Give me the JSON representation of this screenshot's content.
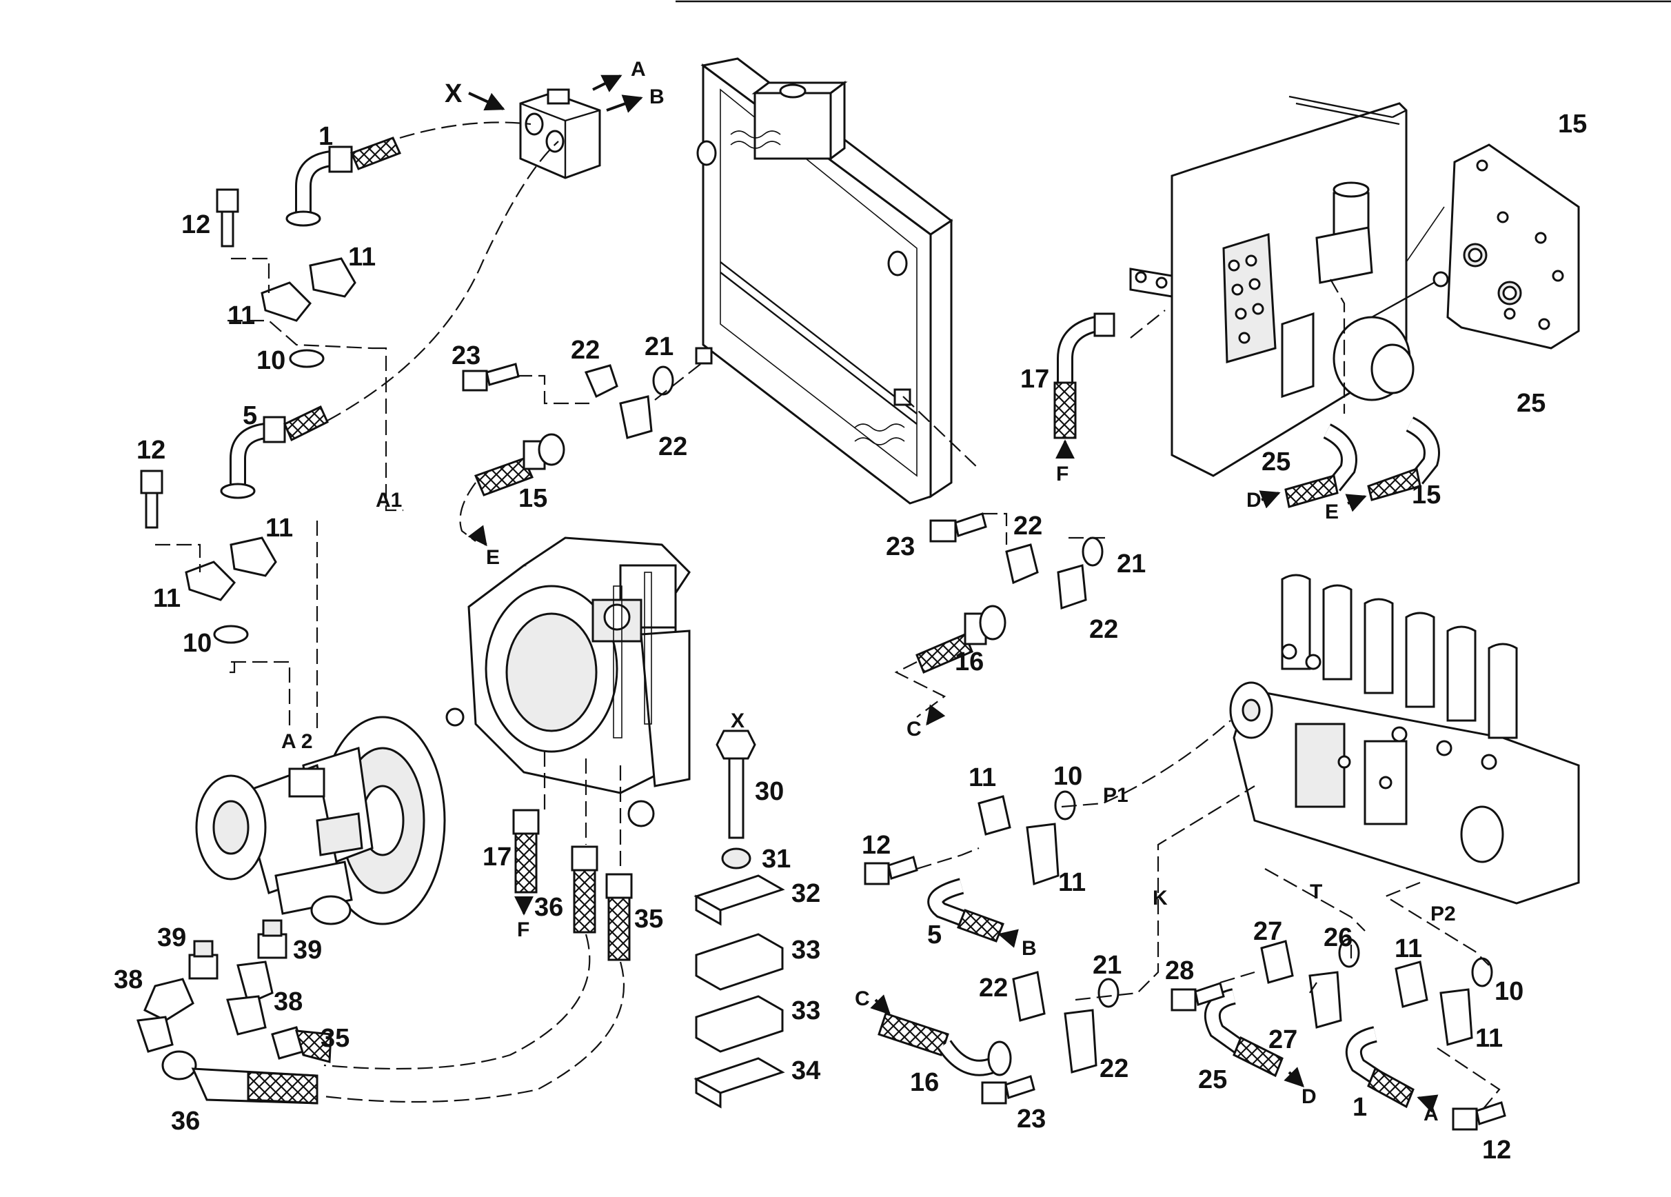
{
  "labels": {
    "x_top": "X",
    "a_top": "A",
    "b_top": "B",
    "n1_top": "1",
    "n12_a": "12",
    "n11_a1": "11",
    "n11_a2": "11",
    "n10_a": "10",
    "n5_left": "5",
    "n12_b": "12",
    "n11_b1": "11",
    "n11_b2": "11",
    "n10_b": "10",
    "a1": "A1",
    "a2": "A 2",
    "n23_a": "23",
    "n22_a1": "22",
    "n21_a": "21",
    "n22_a2": "22",
    "n15_left": "15",
    "e_left": "E",
    "n23_b": "23",
    "n22_b1": "22",
    "n21_b": "21",
    "n22_b2": "22",
    "n16_mid": "16",
    "c_mid": "C",
    "n17_top": "17",
    "f_top": "F",
    "n15_plate": "15",
    "n25_plate": "25",
    "n25_right": "25",
    "d_right": "D",
    "e_right": "E",
    "n15_right": "15",
    "n17_mid": "17",
    "f_mid": "F",
    "n36_mid": "36",
    "n35_mid": "35",
    "n39_a": "39",
    "n39_b": "39",
    "n38_a": "38",
    "n38_b": "38",
    "n35_low": "35",
    "n36_low": "36",
    "x_mid": "X",
    "n30": "30",
    "n31": "31",
    "n32": "32",
    "n33_a": "33",
    "n33_b": "33",
    "n34": "34",
    "n11_c1": "11",
    "n10_c": "10",
    "p1": "P1",
    "n12_c": "12",
    "n11_c2": "11",
    "n5_low": "5",
    "b_low": "B",
    "k": "K",
    "t": "T",
    "p2": "P2",
    "n27_a": "27",
    "n26": "26",
    "n11_d1": "11",
    "n28": "28",
    "n27_b": "27",
    "n10_d": "10",
    "n11_d2": "11",
    "n25_low": "25",
    "d_low": "D",
    "n1_low": "1",
    "a_low": "A",
    "n12_d": "12",
    "n21_c": "21",
    "n22_c1": "22",
    "c_low": "C",
    "n16_low": "16",
    "n22_c2": "22",
    "n23_c": "23"
  }
}
